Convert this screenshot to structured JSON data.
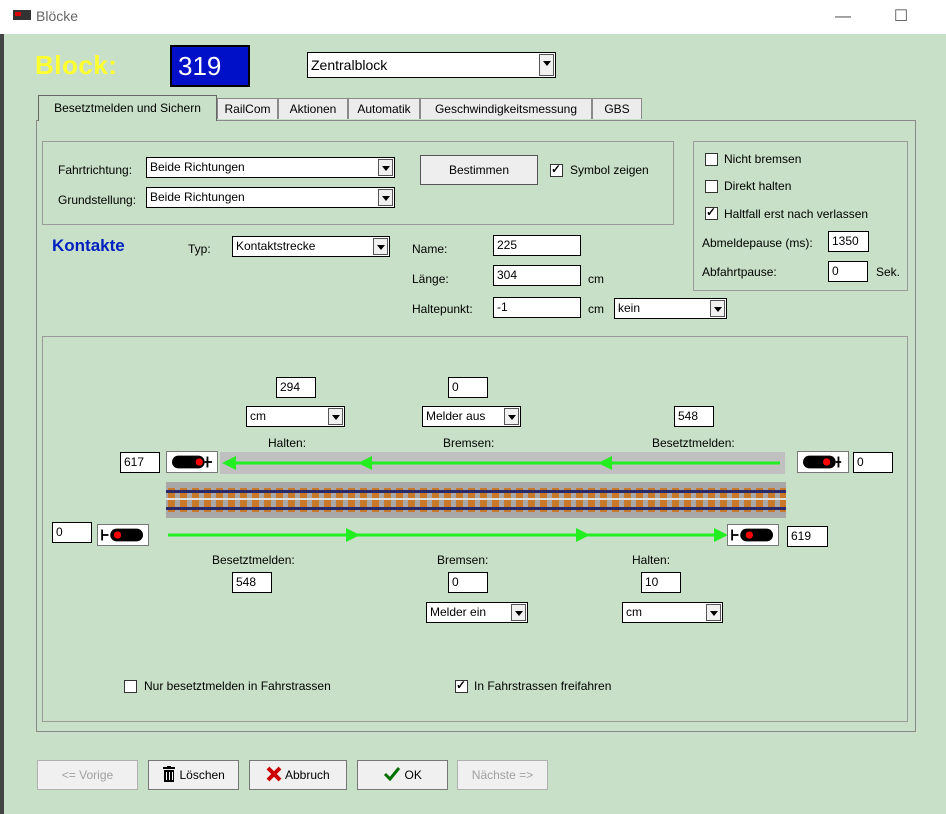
{
  "window": {
    "title": "Blöcke",
    "minimize": "—",
    "maximize": "☐"
  },
  "block": {
    "label": "Block:",
    "number": "319",
    "type_select": "Zentralblock"
  },
  "tabs": [
    {
      "label": "Besetztmelden und Sichern",
      "active": true
    },
    {
      "label": "RailCom"
    },
    {
      "label": "Aktionen"
    },
    {
      "label": "Automatik"
    },
    {
      "label": "Geschwindigkeitsmessung"
    },
    {
      "label": "GBS"
    }
  ],
  "direction": {
    "fahrtrichtung_label": "Fahrtrichtung:",
    "fahrtrichtung_value": "Beide Richtungen",
    "grundstellung_label": "Grundstellung:",
    "grundstellung_value": "Beide Richtungen",
    "bestimmen_label": "Bestimmen",
    "symbol_label": "Symbol zeigen",
    "symbol_checked": true
  },
  "braking": {
    "nicht_bremsen_label": "Nicht bremsen",
    "nicht_bremsen_checked": false,
    "direkt_halten_label": "Direkt halten",
    "direkt_halten_checked": false,
    "haltfall_label": "Haltfall erst nach verlassen",
    "haltfall_checked": true,
    "abmeldepause_label": "Abmeldepause (ms):",
    "abmeldepause_value": "1350",
    "abfahrtpause_label": "Abfahrtpause:",
    "abfahrtpause_value": "0",
    "abfahrtpause_unit": "Sek."
  },
  "kontakte": {
    "title": "Kontakte",
    "typ_label": "Typ:",
    "typ_value": "Kontaktstrecke",
    "name_label": "Name:",
    "name_value": "225",
    "laenge_label": "Länge:",
    "laenge_value": "304",
    "laenge_unit": "cm",
    "haltepunkt_label": "Haltepunkt:",
    "haltepunkt_value": "-1",
    "haltepunkt_unit": "cm",
    "haltepunkt_select": "kein"
  },
  "track": {
    "top": {
      "halten_label": "Halten:",
      "halten_value": "294",
      "halten_unit": "cm",
      "bremsen_label": "Bremsen:",
      "bremsen_value": "0",
      "bremsen_select": "Melder aus",
      "besetzt_label": "Besetztmelden:",
      "besetzt_value": "548",
      "left_signal_value": "617",
      "right_signal_value": "0"
    },
    "bottom": {
      "besetzt_label": "Besetztmelden:",
      "besetzt_value": "548",
      "bremsen_label": "Bremsen:",
      "bremsen_value": "0",
      "bremsen_select": "Melder ein",
      "halten_label": "Halten:",
      "halten_value": "10",
      "halten_unit": "cm",
      "left_signal_value": "0",
      "right_signal_value": "619"
    },
    "nur_besetzt_label": "Nur besetztmelden in Fahrstrassen",
    "nur_besetzt_checked": false,
    "freifahren_label": "In Fahrstrassen freifahren",
    "freifahren_checked": true,
    "arrow_color": "#22ee22",
    "signal_red": "#ff0000"
  },
  "buttons": {
    "vorige": "Vorige",
    "loeschen": "Löschen",
    "abbruch": "Abbruch",
    "ok": "OK",
    "naechste": "Nächste"
  }
}
